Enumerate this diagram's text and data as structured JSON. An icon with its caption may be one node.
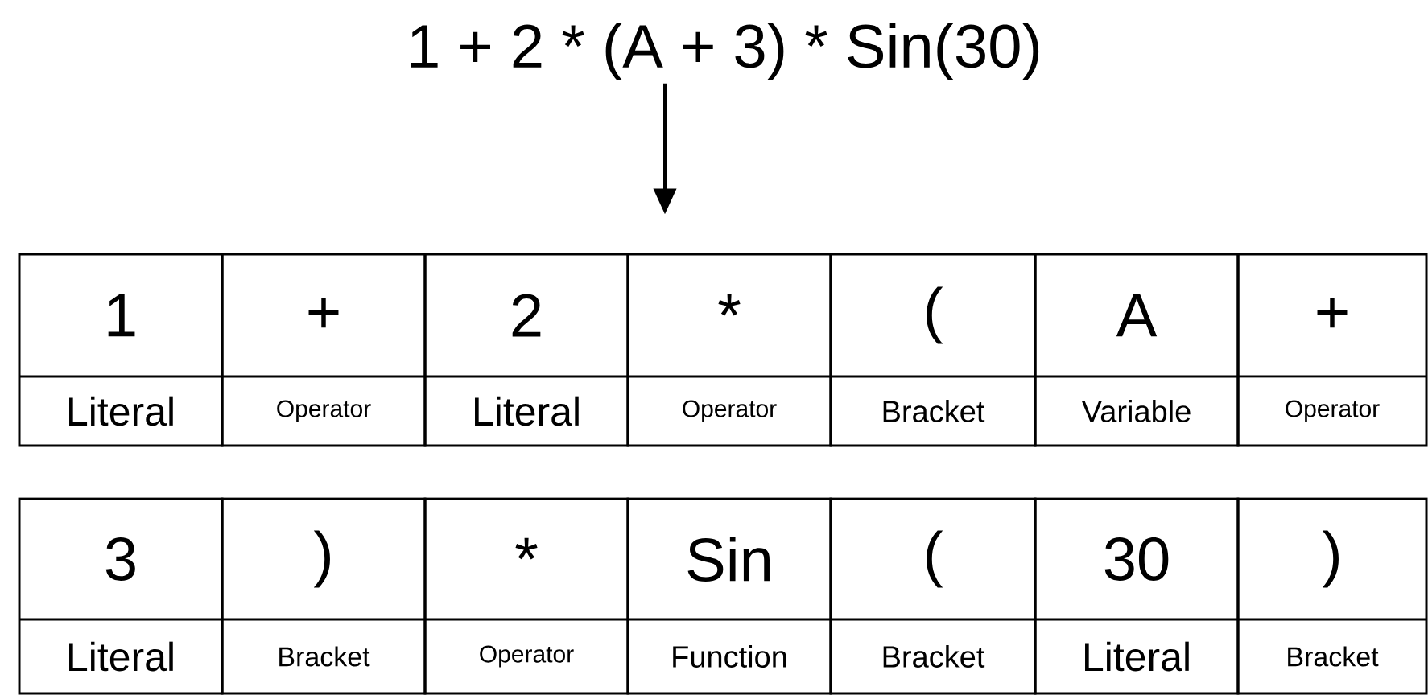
{
  "diagram": {
    "nodes": [
      {
        "text": [
          "1 + 2 * (A + 3) * Sin(30)"
        ]
      },
      {
        "text": [
          "1",
          "Literal"
        ]
      },
      {
        "text": [
          "+",
          "Operator"
        ]
      },
      {
        "text": [
          "2",
          "Literal"
        ]
      },
      {
        "text": [
          "*",
          "Operator"
        ]
      },
      {
        "text": [
          "(",
          "Bracket"
        ]
      },
      {
        "text": [
          "A",
          "Variable"
        ]
      },
      {
        "text": [
          "+",
          "Operator"
        ]
      },
      {
        "text": [
          "3",
          "Literal"
        ]
      },
      {
        "text": [
          ")",
          "Bracket"
        ]
      },
      {
        "text": [
          "*",
          "Operator"
        ]
      },
      {
        "text": [
          "Sin",
          "Function"
        ]
      },
      {
        "text": [
          "(",
          "Bracket"
        ]
      },
      {
        "text": [
          "30",
          "Literal"
        ]
      },
      {
        "text": [
          ")",
          "Bracket"
        ]
      }
    ],
    "edges": [
      {
        "from": 0,
        "to": 4,
        "arrow": "to"
      }
    ]
  }
}
